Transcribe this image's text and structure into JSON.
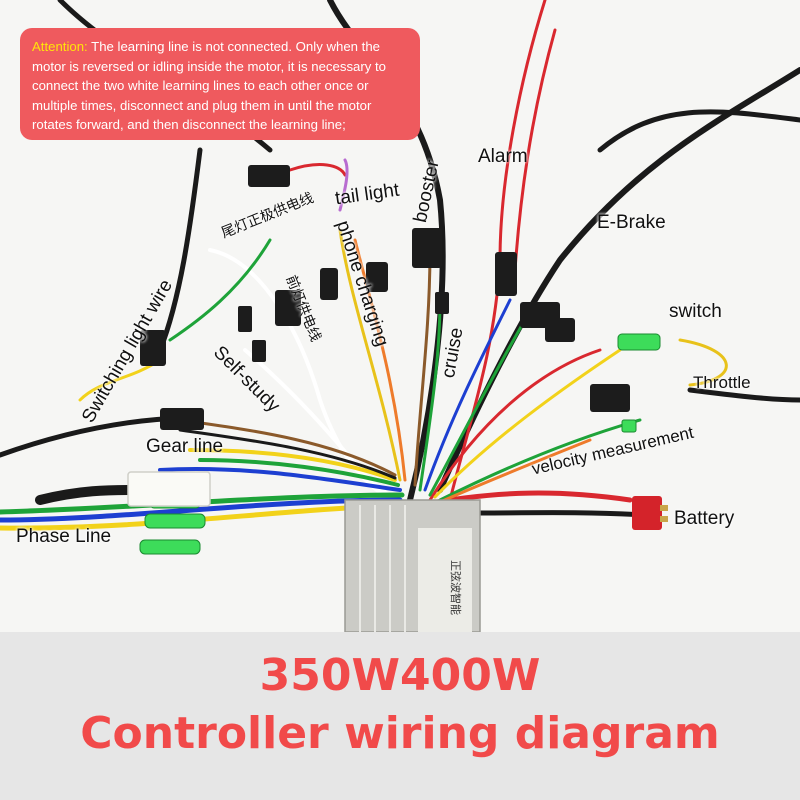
{
  "attention": {
    "label": "Attention:",
    "text": " The learning line is not connected. Only when the motor is reversed or idling inside the motor, it is necessary to connect the two white learning lines to each other once or multiple times, disconnect and plug them in until the motor rotates forward, and then disconnect the learning line;"
  },
  "labels": {
    "alarm": "Alarm",
    "booster": "booster",
    "tail_light": "tail light",
    "tail_light_power_cn": "尾灯正极供电线",
    "phone_charging": "phone charging",
    "headlight_power_cn": "前灯供电线",
    "cruise": "cruise",
    "e_brake": "E-Brake",
    "switch": "switch",
    "throttle": "Throttle",
    "velocity_measurement": "velocity measurement",
    "switching_light_wire": "Switching light wire",
    "self_study": "Self-study",
    "gear_line": "Gear line",
    "phase_line": "Phase Line",
    "battery": "Battery"
  },
  "controller": {
    "brand_cn": "正弦波智能"
  },
  "footer": {
    "line1": "350W400W",
    "line2": "Controller wiring diagram"
  },
  "colors": {
    "accent_red": "#f14a4a",
    "note_bg": "#ef5a5e",
    "attention_yellow": "#ffe40a"
  }
}
